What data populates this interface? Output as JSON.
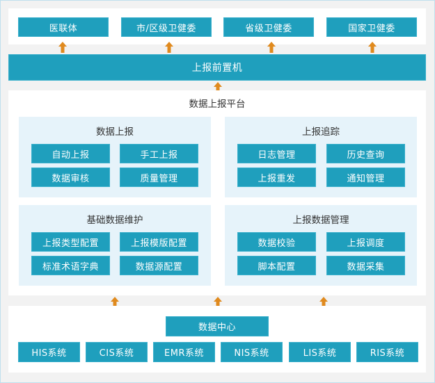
{
  "colors": {
    "box_fill": "#1f9fbd",
    "panel_fill": "#e6f3fa",
    "arrow": "#e08a1e",
    "background": "#f2f2f2"
  },
  "top_targets": [
    "医联体",
    "市/区级卫健委",
    "省级卫健委",
    "国家卫健委"
  ],
  "front_machine": "上报前置机",
  "platform": {
    "title": "数据上报平台",
    "panels": [
      {
        "title": "数据上报",
        "items": [
          "自动上报",
          "手工上报",
          "数据审核",
          "质量管理"
        ]
      },
      {
        "title": "上报追踪",
        "items": [
          "日志管理",
          "历史查询",
          "上报重发",
          "通知管理"
        ]
      },
      {
        "title": "基础数据维护",
        "items": [
          "上报类型配置",
          "上报模版配置",
          "标准术语字典",
          "数据源配置"
        ]
      },
      {
        "title": "上报数据管理",
        "items": [
          "数据校验",
          "上报调度",
          "脚本配置",
          "数据采集"
        ]
      }
    ]
  },
  "data_center": "数据中心",
  "source_systems": [
    "HIS系统",
    "CIS系统",
    "EMR系统",
    "NIS系统",
    "LIS系统",
    "RIS系统"
  ],
  "icons": {
    "arrow": "arrow-up-icon"
  }
}
